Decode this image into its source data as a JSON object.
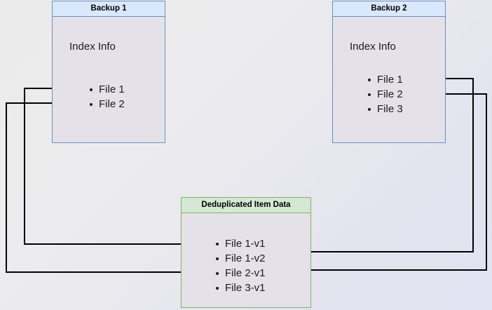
{
  "diagram": {
    "title_hidden": "",
    "colors": {
      "blue_border": "#6c8ebf",
      "blue_header": "#dae8fc",
      "green_border": "#82b366",
      "green_header": "#d5e8d4",
      "node_body": "#e4e2e8",
      "edge": "#000000"
    },
    "nodes": [
      {
        "id": "backup1",
        "title": "Backup 1",
        "section_label": "Index Info",
        "items": [
          "File 1",
          "File 2"
        ]
      },
      {
        "id": "backup2",
        "title": "Backup 2",
        "section_label": "Index Info",
        "items": [
          "File 1",
          "File 2",
          "File 3"
        ]
      },
      {
        "id": "dedup",
        "title": "Deduplicated Item Data",
        "items": [
          "File 1-v1",
          "File 1-v2",
          "File 2-v1",
          "File 3-v1"
        ]
      }
    ],
    "edges": [
      {
        "id": "b1-file1-to-file1v1",
        "from": "Backup 1 / File 1",
        "to": "Deduplicated Item Data / File 1-v1"
      },
      {
        "id": "b1-file2-to-file2v1",
        "from": "Backup 1 / File 2",
        "to": "Deduplicated Item Data / File 2-v1"
      },
      {
        "id": "b2-file1-to-file1v2",
        "from": "Backup 2 / File 1",
        "to": "Deduplicated Item Data / File 1-v2"
      },
      {
        "id": "b2-file2-to-file2v1",
        "from": "Backup 2 / File 2",
        "to": "Deduplicated Item Data / File 2-v1"
      }
    ]
  }
}
